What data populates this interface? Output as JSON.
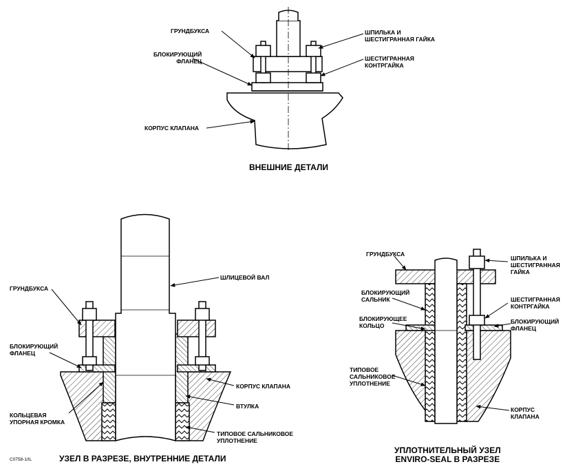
{
  "figure_code": "C0758-1/IL",
  "views": {
    "external": {
      "caption": "ВНЕШНИЕ ДЕТАЛИ",
      "labels": {
        "gland": "ГРУНДБУКСА",
        "locking_flange": "БЛОКИРУЮЩИЙ\nФЛАНЕЦ",
        "stud_nut": "ШПИЛЬКА И\nШЕСТИГРАННАЯ ГАЙКА",
        "jam_nut": "ШЕСТИГРАННАЯ\nКОНТРГАЙКА",
        "valve_body": "КОРПУС КЛАПАНА"
      }
    },
    "internal": {
      "caption": "УЗЕЛ В РАЗРЕЗЕ, ВНУТРЕННИЕ ДЕТАЛИ",
      "labels": {
        "gland": "ГРУНДБУКСА",
        "locking_flange": "БЛОКИРУЮЩИЙ\nФЛАНЕЦ",
        "ring_lip": "КОЛЬЦЕВАЯ\nУПОРНАЯ КРОМКА",
        "spline_shaft": "ШЛИЦЕВОЙ ВАЛ",
        "valve_body": "КОРПУС КЛАПАНА",
        "bushing": "ВТУЛКА",
        "packing": "ТИПОВОЕ САЛЬНИКОВОЕ\nУПЛОТНЕНИЕ"
      }
    },
    "enviro": {
      "caption": "УПЛОТНИТЕЛЬНЫЙ УЗЕЛ\nENVIRO-SEAL В РАЗРЕЗЕ",
      "labels": {
        "gland": "ГРУНДБУКСА",
        "locking_packing": "БЛОКИРУЮЩИЙ\nСАЛЬНИК",
        "locking_ring": "БЛОКИРУЮЩЕЕ\nКОЛЬЦО",
        "packing": "ТИПОВОЕ\nСАЛЬНИКОВОЕ\nУПЛОТНЕНИЕ",
        "stud_nut": "ШПИЛЬКА И\nШЕСТИГРАННАЯ\nГАЙКА",
        "jam_nut": "ШЕСТИГРАННАЯ\nКОНТРГАЙКА",
        "locking_flange": "БЛОКИРУЮЩИЙ\nФЛАНЕЦ",
        "valve_body": "КОРПУС\nКЛАПАНА"
      }
    }
  }
}
